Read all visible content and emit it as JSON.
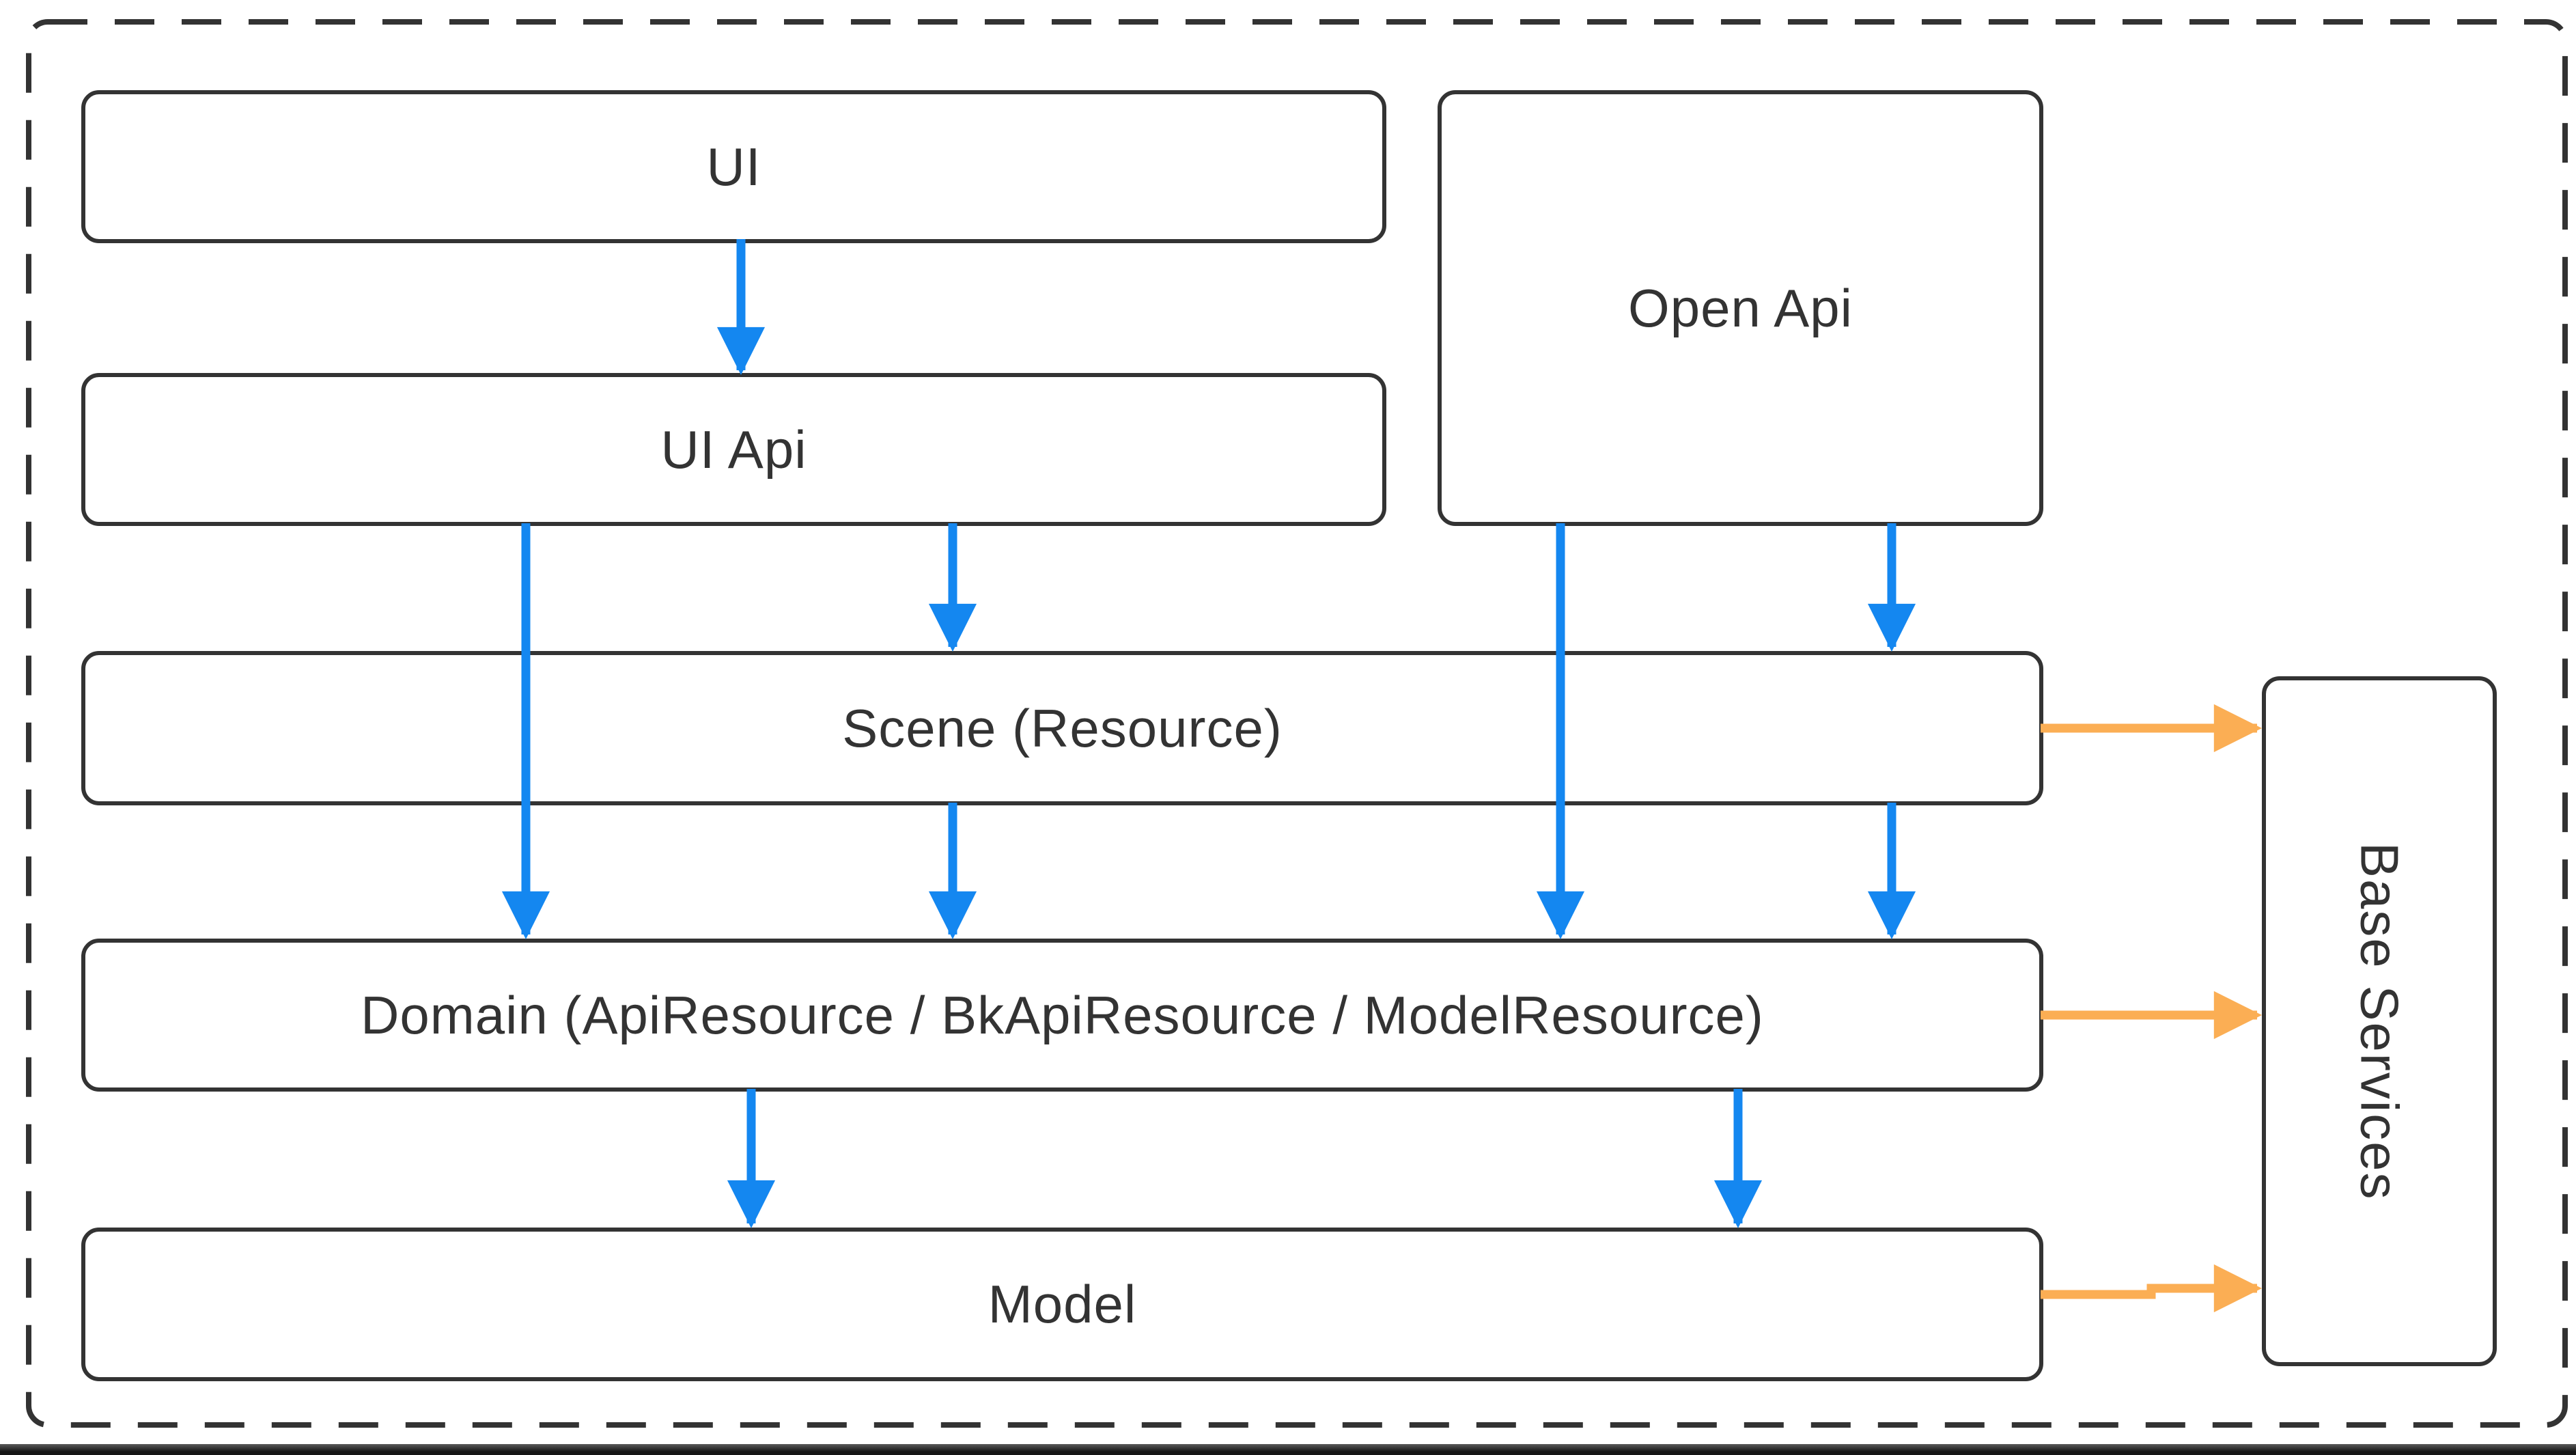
{
  "diagram": {
    "nodes": {
      "ui": {
        "label": "UI"
      },
      "open_api": {
        "label": "Open Api"
      },
      "ui_api": {
        "label": "UI Api"
      },
      "scene": {
        "label": "Scene (Resource)"
      },
      "domain": {
        "label": "Domain (ApiResource / BkApiResource / ModelResource)"
      },
      "model": {
        "label": "Model"
      },
      "base_services": {
        "label": "Base Services"
      }
    },
    "edges": [
      {
        "from": "UI",
        "to": "UI Api",
        "type": "flow"
      },
      {
        "from": "UI Api",
        "to": "Domain",
        "type": "flow"
      },
      {
        "from": "UI Api",
        "to": "Scene",
        "type": "flow"
      },
      {
        "from": "Scene",
        "to": "Domain",
        "type": "flow"
      },
      {
        "from": "Open Api",
        "to": "Domain",
        "type": "flow"
      },
      {
        "from": "Open Api",
        "to": "Scene",
        "type": "flow"
      },
      {
        "from": "Scene",
        "to": "Domain",
        "type": "flow"
      },
      {
        "from": "Domain",
        "to": "Model",
        "type": "flow"
      },
      {
        "from": "Domain",
        "to": "Model",
        "type": "flow"
      },
      {
        "from": "Scene",
        "to": "Base Services",
        "type": "service"
      },
      {
        "from": "Domain",
        "to": "Base Services",
        "type": "service"
      },
      {
        "from": "Model",
        "to": "Base Services",
        "type": "service"
      }
    ],
    "colors": {
      "flow_arrow": "#1487F0",
      "service_arrow": "#FBAE54",
      "line": "#333333",
      "text": "#333333",
      "background": "#FFFFFF"
    }
  }
}
